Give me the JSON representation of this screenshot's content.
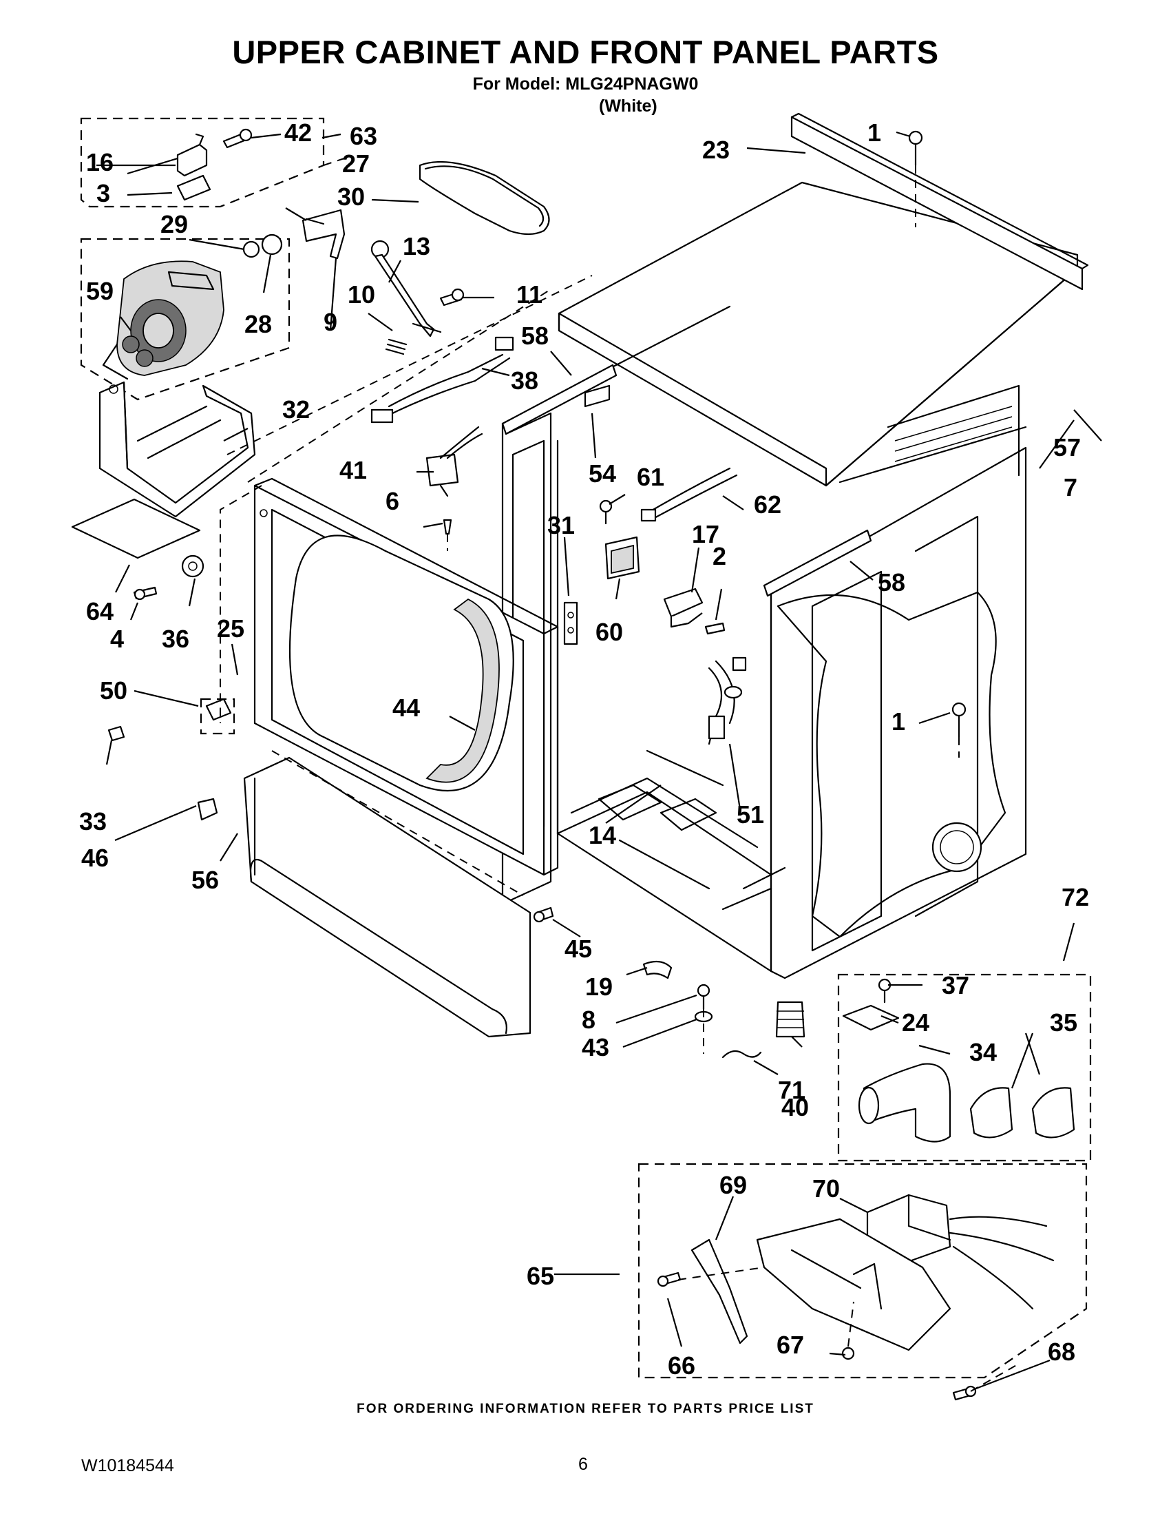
{
  "header": {
    "title": "UPPER CABINET AND FRONT PANEL PARTS",
    "model_line": "For Model: MLG24PNAGW0",
    "color_line": "(White)"
  },
  "callouts": [
    "1",
    "1",
    "2",
    "3",
    "4",
    "6",
    "7",
    "8",
    "9",
    "10",
    "11",
    "13",
    "14",
    "16",
    "17",
    "19",
    "23",
    "24",
    "25",
    "27",
    "28",
    "29",
    "30",
    "31",
    "32",
    "33",
    "34",
    "35",
    "36",
    "37",
    "38",
    "40",
    "41",
    "42",
    "43",
    "44",
    "45",
    "46",
    "50",
    "51",
    "54",
    "56",
    "57",
    "58",
    "58",
    "59",
    "60",
    "61",
    "62",
    "63",
    "64",
    "65",
    "66",
    "67",
    "68",
    "69",
    "70",
    "71",
    "72"
  ],
  "footer": {
    "ordering_note": "FOR ORDERING INFORMATION REFER TO PARTS PRICE LIST",
    "document_number": "W10184544",
    "page_number": "6"
  }
}
